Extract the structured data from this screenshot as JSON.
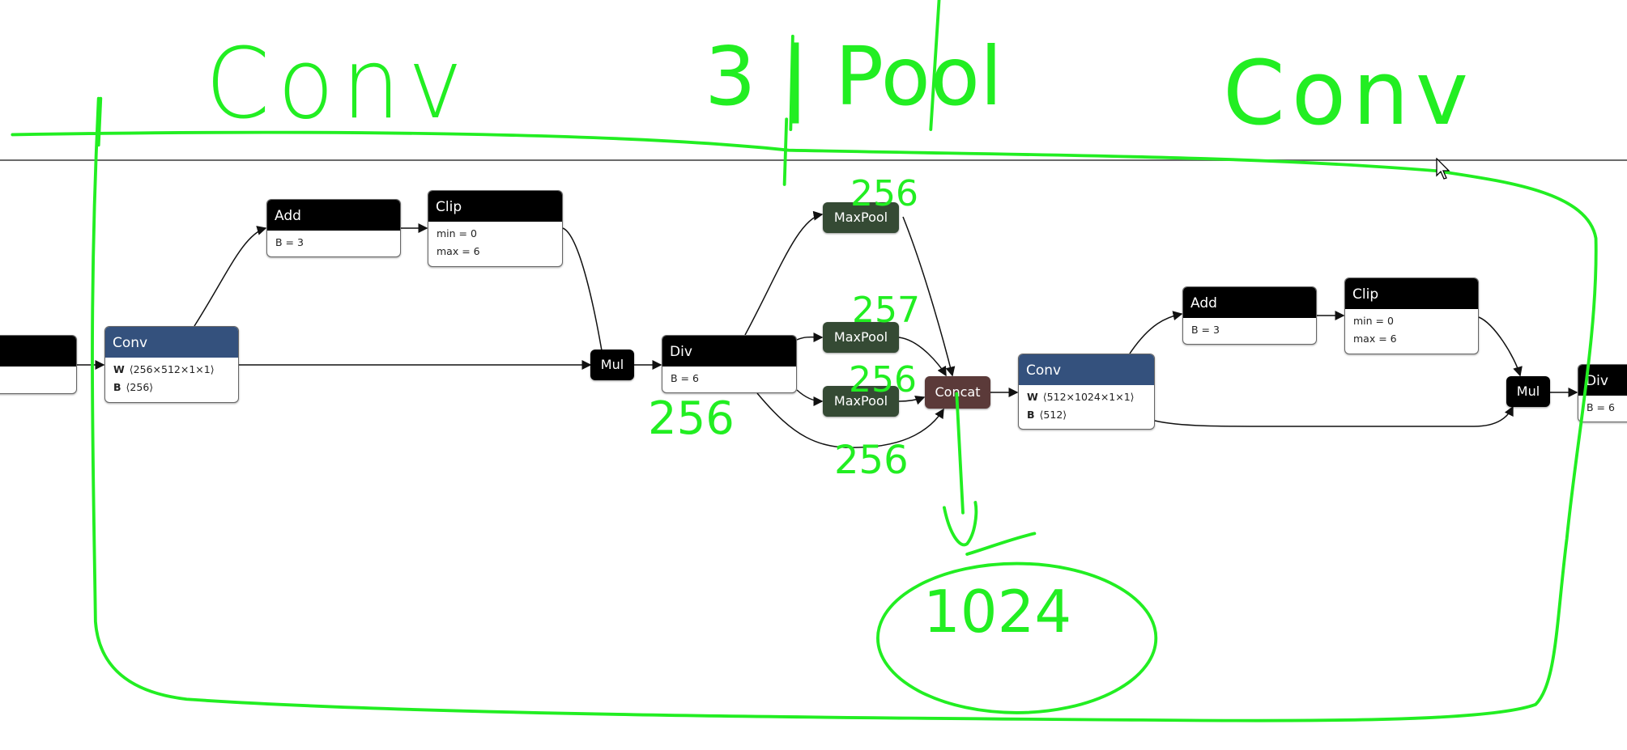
{
  "graph": {
    "nodes": {
      "left_partial": {
        "op": ""
      },
      "conv1": {
        "op": "Conv",
        "attrs": [
          {
            "k": "W",
            "v": "⟨256×512×1×1⟩"
          },
          {
            "k": "B",
            "v": "⟨256⟩"
          }
        ]
      },
      "add1": {
        "op": "Add",
        "attr": "B = 3"
      },
      "clip1": {
        "op": "Clip",
        "attr_min": "min = 0",
        "attr_max": "max = 6"
      },
      "mul1": {
        "op": "Mul"
      },
      "div1": {
        "op": "Div",
        "attr": "B = 6"
      },
      "maxpool1": {
        "op": "MaxPool"
      },
      "maxpool2": {
        "op": "MaxPool"
      },
      "maxpool3": {
        "op": "MaxPool"
      },
      "concat": {
        "op": "Concat"
      },
      "conv2": {
        "op": "Conv",
        "attrs": [
          {
            "k": "W",
            "v": "⟨512×1024×1×1⟩"
          },
          {
            "k": "B",
            "v": "⟨512⟩"
          }
        ]
      },
      "add2": {
        "op": "Add",
        "attr": "B = 3"
      },
      "clip2": {
        "op": "Clip",
        "attr_min": "min = 0",
        "attr_max": "max = 6"
      },
      "mul2": {
        "op": "Mul"
      },
      "div2": {
        "op": "Div",
        "attr": "B = 6"
      }
    }
  },
  "annotations": {
    "label_left": "Conv",
    "label_middle": "3 | Pool",
    "label_right": "Conv",
    "channels_div": "256",
    "channels_pool1": "256",
    "channels_pool2": "257",
    "channels_pool3": "256",
    "channels_skip": "256",
    "channels_concat": "1024",
    "color": "#22ee22"
  }
}
